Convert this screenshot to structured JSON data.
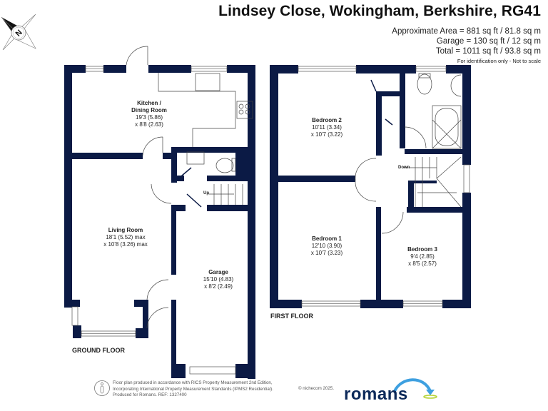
{
  "header": {
    "title": "Lindsey Close, Wokingham, Berkshire, RG41",
    "areas": [
      "Approximate Area = 881 sq ft / 81.8 sq m",
      "Garage = 130 sq ft / 12 sq m",
      "Total = 1011 sq ft / 93.8 sq m"
    ],
    "note": "For identification only - Not to scale"
  },
  "compass": {
    "icon": "north-compass-icon",
    "letter": "N"
  },
  "colors": {
    "wall": "#0b1a45",
    "line": "#444444",
    "accent": "#3ea0e0",
    "logo": "#0d2a5a",
    "logo_green": "#b5d334"
  },
  "ground_floor": {
    "label": "GROUND FLOOR",
    "rooms": [
      {
        "name": "Kitchen /",
        "name2": "Dining Room",
        "dim1": "19'3 (5.86)",
        "dim2": "x 8'8 (2.63)"
      },
      {
        "name": "Living Room",
        "dim1": "18'1 (5.52) max",
        "dim2": "x 10'8 (3.26) max"
      },
      {
        "name": "Garage",
        "dim1": "15'10 (4.83)",
        "dim2": "x 8'2 (2.49)"
      }
    ],
    "stairs_label": "Up"
  },
  "first_floor": {
    "label": "FIRST FLOOR",
    "rooms": [
      {
        "name": "Bedroom 2",
        "dim1": "10'11 (3.34)",
        "dim2": "x 10'7 (3.22)"
      },
      {
        "name": "Bedroom 1",
        "dim1": "12'10 (3.90)",
        "dim2": "x 10'7 (3.23)"
      },
      {
        "name": "Bedroom 3",
        "dim1": "9'4 (2.85)",
        "dim2": "x 8'5 (2.57)"
      }
    ],
    "stairs_label": "Down"
  },
  "footer": {
    "lines": [
      "Floor plan produced in accordance with RICS Property Measurement 2nd Edition,",
      "Incorporating International Property Measurement Standards (IPMS2 Residential).",
      "Produced for Romans.   REF: 1327400"
    ],
    "copyright": "© nichecom 2025.",
    "logo": "romans"
  }
}
